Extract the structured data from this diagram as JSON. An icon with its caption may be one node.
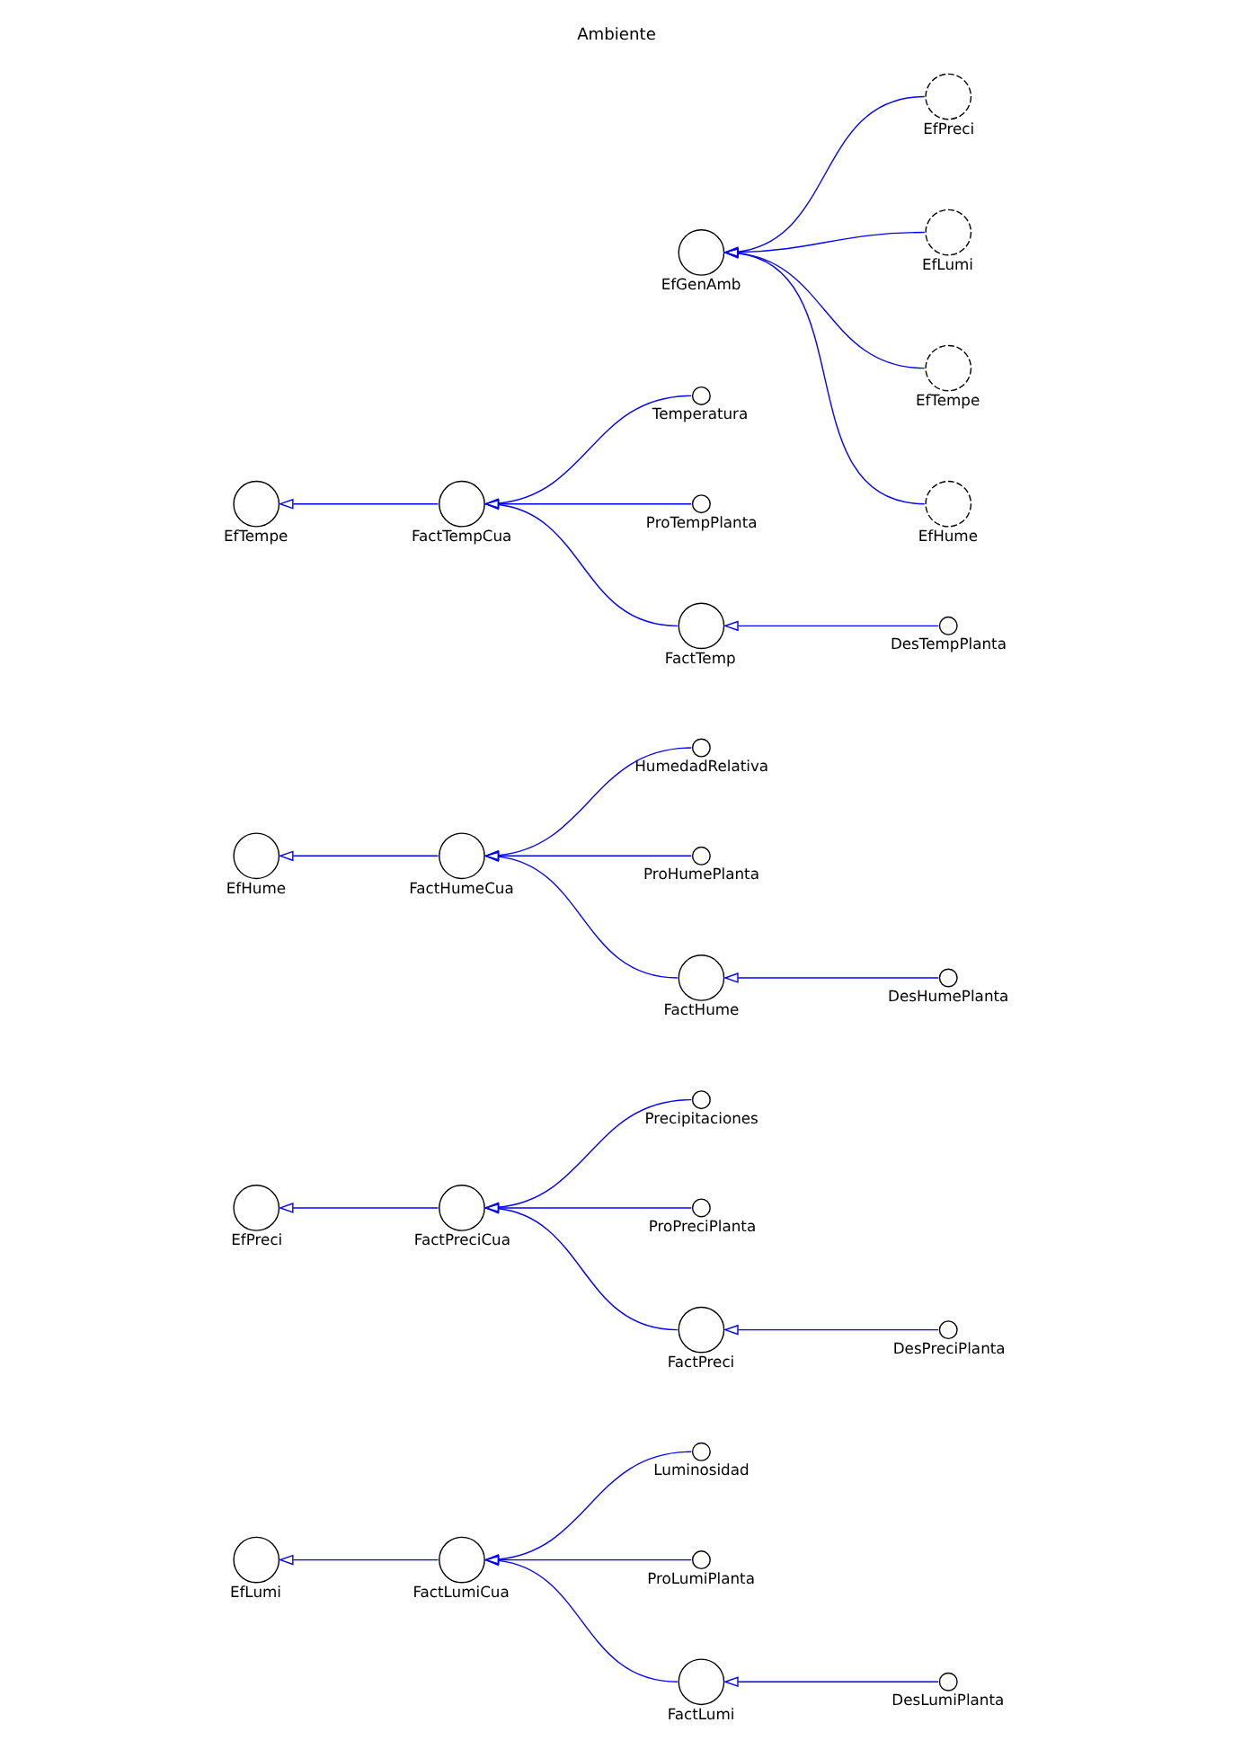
{
  "diagram": {
    "title": "Ambiente",
    "nodes": [
      {
        "text": [
          "EfLumi"
        ]
      },
      {
        "text": [
          "FactLumiCua"
        ]
      },
      {
        "text": [
          "Luminosidad"
        ]
      },
      {
        "text": [
          "ProLumiPlanta"
        ]
      },
      {
        "text": [
          "FactLumi"
        ]
      },
      {
        "text": [
          "DesLumiPlanta"
        ]
      },
      {
        "text": [
          "EfPreci"
        ]
      },
      {
        "text": [
          "FactPreciCua"
        ]
      },
      {
        "text": [
          "Precipitaciones"
        ]
      },
      {
        "text": [
          "ProPreciPlanta"
        ]
      },
      {
        "text": [
          "FactPreci"
        ]
      },
      {
        "text": [
          "DesPreciPlanta"
        ]
      },
      {
        "text": [
          "EfHume"
        ]
      },
      {
        "text": [
          "FactHumeCua"
        ]
      },
      {
        "text": [
          "HumedadRelativa"
        ]
      },
      {
        "text": [
          "ProHumePlanta"
        ]
      },
      {
        "text": [
          "FactHume"
        ]
      },
      {
        "text": [
          "DesHumePlanta"
        ]
      },
      {
        "text": [
          "EfTempe"
        ]
      },
      {
        "text": [
          "FactTempCua"
        ]
      },
      {
        "text": [
          "Temperatura"
        ]
      },
      {
        "text": [
          "ProTempPlanta"
        ]
      },
      {
        "text": [
          "FactTemp"
        ]
      },
      {
        "text": [
          "DesTempPlanta"
        ]
      },
      {
        "text": [
          "EfGenAmb"
        ]
      },
      {
        "text": [
          "EfPreci"
        ]
      },
      {
        "text": [
          "EfLumi"
        ]
      },
      {
        "text": [
          "EfTempe"
        ]
      },
      {
        "text": [
          "EfHume"
        ]
      }
    ],
    "edges": [
      {
        "from": 1,
        "to": 0,
        "arrow": "to"
      },
      {
        "from": 2,
        "to": 1,
        "arrow": "to"
      },
      {
        "from": 3,
        "to": 1,
        "arrow": "to"
      },
      {
        "from": 4,
        "to": 1,
        "arrow": "to"
      },
      {
        "from": 5,
        "to": 4,
        "arrow": "to"
      },
      {
        "from": 7,
        "to": 6,
        "arrow": "to"
      },
      {
        "from": 8,
        "to": 7,
        "arrow": "to"
      },
      {
        "from": 9,
        "to": 7,
        "arrow": "to"
      },
      {
        "from": 10,
        "to": 7,
        "arrow": "to"
      },
      {
        "from": 11,
        "to": 10,
        "arrow": "to"
      },
      {
        "from": 13,
        "to": 12,
        "arrow": "to"
      },
      {
        "from": 14,
        "to": 13,
        "arrow": "to"
      },
      {
        "from": 15,
        "to": 13,
        "arrow": "to"
      },
      {
        "from": 16,
        "to": 13,
        "arrow": "to"
      },
      {
        "from": 17,
        "to": 16,
        "arrow": "to"
      },
      {
        "from": 19,
        "to": 18,
        "arrow": "to"
      },
      {
        "from": 20,
        "to": 19,
        "arrow": "to"
      },
      {
        "from": 21,
        "to": 19,
        "arrow": "to"
      },
      {
        "from": 22,
        "to": 19,
        "arrow": "to"
      },
      {
        "from": 23,
        "to": 22,
        "arrow": "to"
      },
      {
        "from": 25,
        "to": 24,
        "arrow": "to"
      },
      {
        "from": 26,
        "to": 24,
        "arrow": "to"
      },
      {
        "from": 27,
        "to": 24,
        "arrow": "to"
      },
      {
        "from": 28,
        "to": 24,
        "arrow": "to"
      }
    ]
  }
}
